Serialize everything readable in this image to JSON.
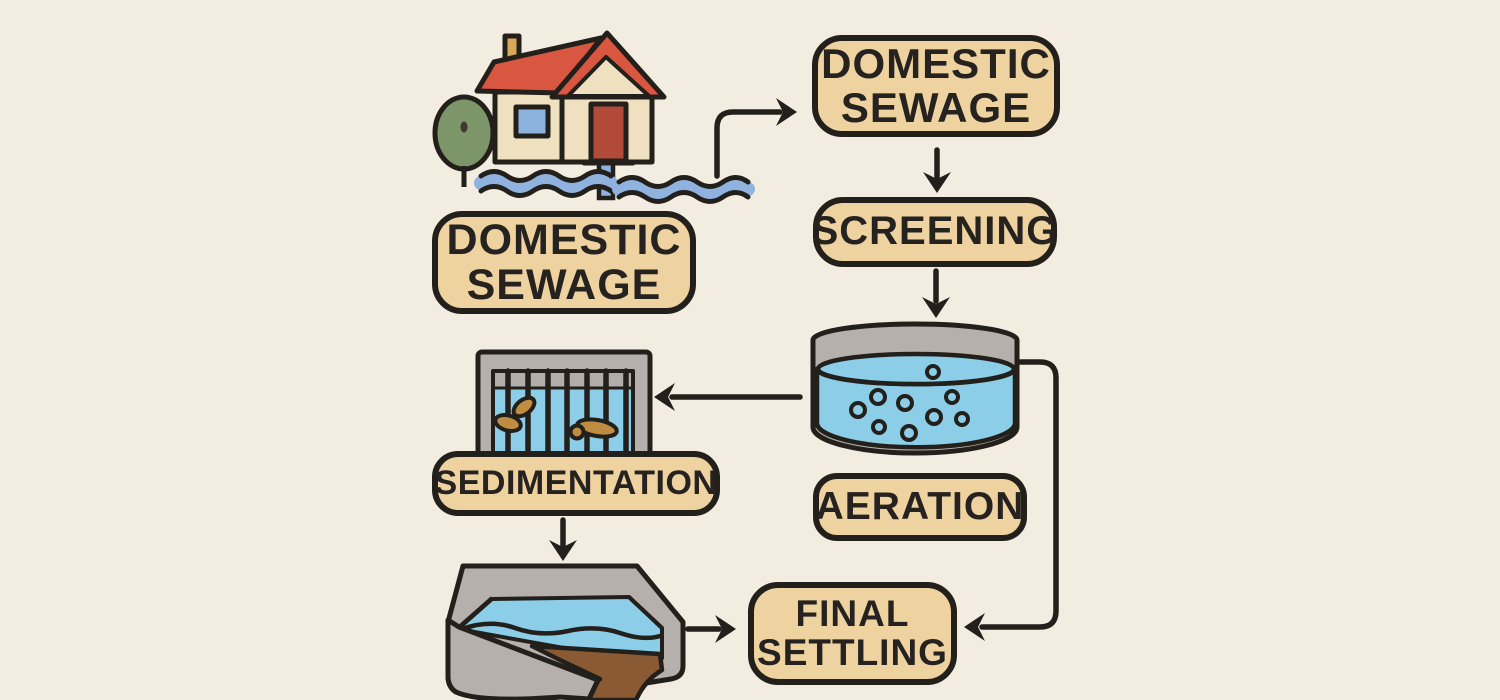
{
  "diagram": {
    "type": "flowchart",
    "topic": "Domestic sewage treatment process",
    "nodes": [
      {
        "id": "source-label",
        "lines": [
          "DOMESTIC",
          "SEWAGE"
        ]
      },
      {
        "id": "domestic-sewage",
        "lines": [
          "DOMESTIC",
          "SEWAGE"
        ]
      },
      {
        "id": "screening",
        "lines": [
          "SCREENING"
        ]
      },
      {
        "id": "sedimentation",
        "lines": [
          "SEDIMENTATION"
        ]
      },
      {
        "id": "aeration",
        "lines": [
          "AERATION"
        ]
      },
      {
        "id": "final-settling",
        "lines": [
          "FINAL",
          "SETTLING"
        ]
      }
    ],
    "illustrations": [
      {
        "name": "house-with-sewage-outflow",
        "description": "house with red roof, tree and drain pipe emptying into wavy water"
      },
      {
        "name": "bar-screen-with-debris",
        "description": "gray frame with vertical bars trapping brown solids in blue water"
      },
      {
        "name": "aeration-tank-with-bubbles",
        "description": "round open tank of blue water with air bubbles"
      },
      {
        "name": "settling-tank-with-sludge",
        "description": "rectangular basin of water with brown sludge draining from bottom"
      }
    ],
    "edges": [
      {
        "from": "house",
        "to": "domestic-sewage"
      },
      {
        "from": "domestic-sewage",
        "to": "screening"
      },
      {
        "from": "screening",
        "to": "aeration-tank"
      },
      {
        "from": "aeration-tank",
        "to": "bar-screen"
      },
      {
        "from": "sedimentation",
        "to": "settling-tank"
      },
      {
        "from": "settling-tank",
        "to": "final-settling"
      },
      {
        "from": "aeration-tank",
        "to": "final-settling"
      }
    ],
    "colors": {
      "background": "#f2ece1",
      "node_fill": "#eed3a1",
      "outline": "#23201b",
      "tank_water": "#8ccde8",
      "river_water": "#8fb3de",
      "sludge": "#8a5a34",
      "gray_structure": "#b5b0ab",
      "roof_red": "#d95640",
      "house_wall": "#efe0c0",
      "door_red": "#b14a38",
      "window_blue": "#8cb3dc",
      "chimney_tan": "#d9a757",
      "tree_green": "#7c9569",
      "debris_brown": "#bf8c42"
    }
  }
}
